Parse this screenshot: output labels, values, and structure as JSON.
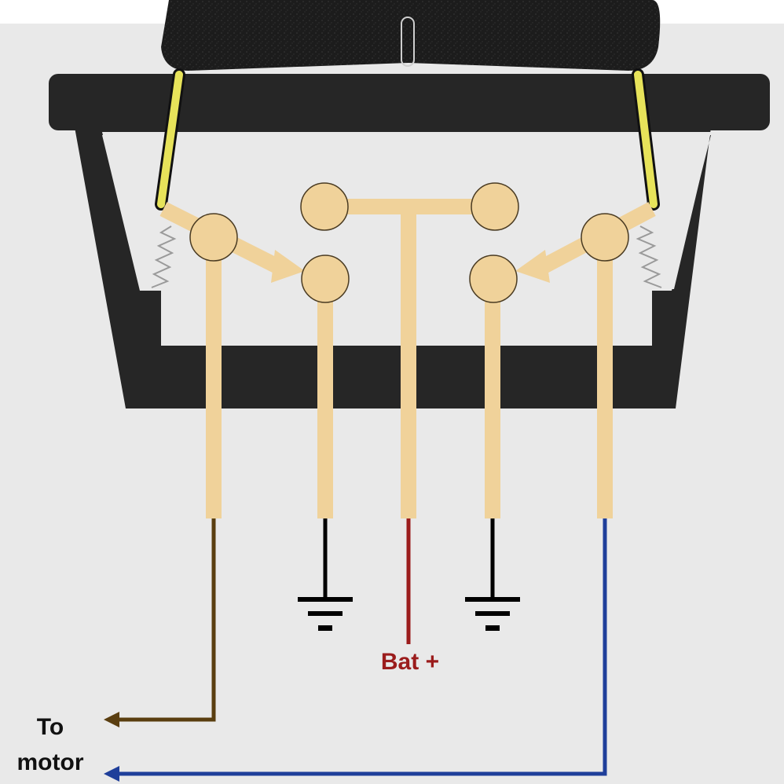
{
  "labels": {
    "battery": "Bat +",
    "motor_line1": "To",
    "motor_line2": "motor"
  },
  "colors": {
    "background": "#e9e9e9",
    "housing": "#262626",
    "rocker": "#1c1c1c",
    "terminal": "#f0d29a",
    "terminal_outline": "#4a3b22",
    "actuator_rod": "#e7e35a",
    "spring": "#9a9a9a",
    "wire_motor_a": "#5a3e10",
    "wire_ground": "#000000",
    "wire_battery": "#9b1c1c",
    "wire_motor_b": "#1f3f9a",
    "battery_label": "#9b1c1c",
    "motor_label": "#111111"
  },
  "icons": [
    "ground-symbol",
    "spring-icon",
    "arrow-icon"
  ]
}
